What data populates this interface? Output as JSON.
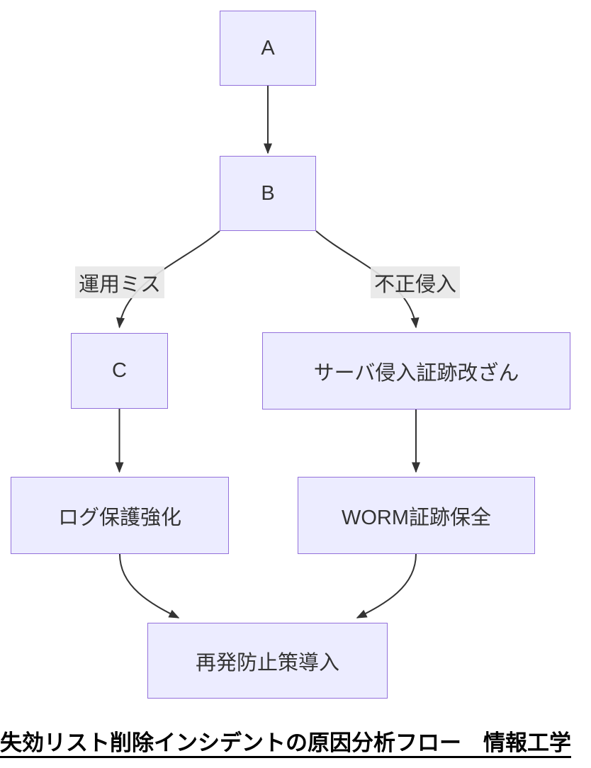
{
  "diagram": {
    "type": "flowchart",
    "colors": {
      "node_fill": "#ECECFF",
      "node_border": "#9370DB",
      "edge_color": "#333333",
      "edge_label_background": "#e8e8e8",
      "node_text": "#333333",
      "caption_text": "#000000",
      "background": "#ffffff"
    },
    "nodes": [
      {
        "id": "A",
        "label": "A"
      },
      {
        "id": "B",
        "label": "B"
      },
      {
        "id": "C",
        "label": "C"
      },
      {
        "id": "server",
        "label": "サーバ侵入証跡改ざん"
      },
      {
        "id": "log",
        "label": "ログ保護強化"
      },
      {
        "id": "worm",
        "label": "WORM証跡保全"
      },
      {
        "id": "final",
        "label": "再発防止策導入"
      }
    ],
    "edges": [
      {
        "from": "A",
        "to": "B",
        "label": ""
      },
      {
        "from": "B",
        "to": "C",
        "label": "運用ミス"
      },
      {
        "from": "B",
        "to": "server",
        "label": "不正侵入"
      },
      {
        "from": "C",
        "to": "log",
        "label": ""
      },
      {
        "from": "server",
        "to": "worm",
        "label": ""
      },
      {
        "from": "log",
        "to": "final",
        "label": ""
      },
      {
        "from": "worm",
        "to": "final",
        "label": ""
      }
    ],
    "edge_labels": {
      "left": "運用ミス",
      "right": "不正侵入"
    },
    "caption": "失効リスト削除インシデントの原因分析フロー　情報工学"
  }
}
